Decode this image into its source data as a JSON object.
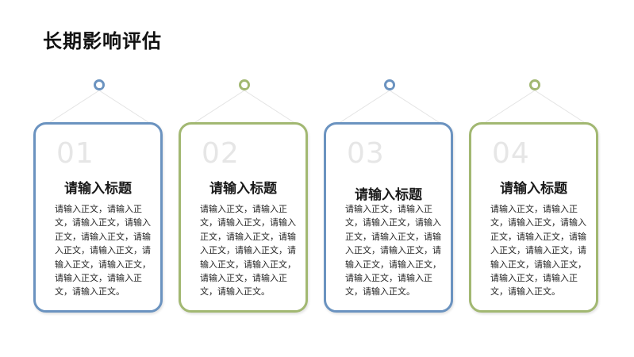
{
  "title": "长期影响评估",
  "colors": {
    "blue": "#6b93c0",
    "green": "#a2b872"
  },
  "cards": [
    {
      "num": "01",
      "title": "请输入标题",
      "body": "请输入正文，请输入正文，请输入正文，请输入正文，请输入正文，请输入正文，请输入正文，请输入正文，请输入正文，请输入正文，请输入正文，请输入正文。"
    },
    {
      "num": "02",
      "title": "请输入标题",
      "body": "请输入正文，请输入正文，请输入正文，请输入正文，请输入正文，请输入正文，请输入正文，请输入正文，请输入正文，请输入正文，请输入正文，请输入正文。"
    },
    {
      "num": "03",
      "title": "请输入标题",
      "body": "请输入正文，请输入正文，请输入正文，请输入正文，请输入正文，请输入正文，请输入正文，请输入正文，请输入正文，请输入正文，请输入正文，请输入正文。"
    },
    {
      "num": "04",
      "title": "请输入标题",
      "body": "请输入正文，请输入正文，请输入正文，请输入正文，请输入正文，请输入正文，请输入正文，请输入正文，请输入正文，请输入正文，请输入正文，请输入正文。"
    }
  ]
}
